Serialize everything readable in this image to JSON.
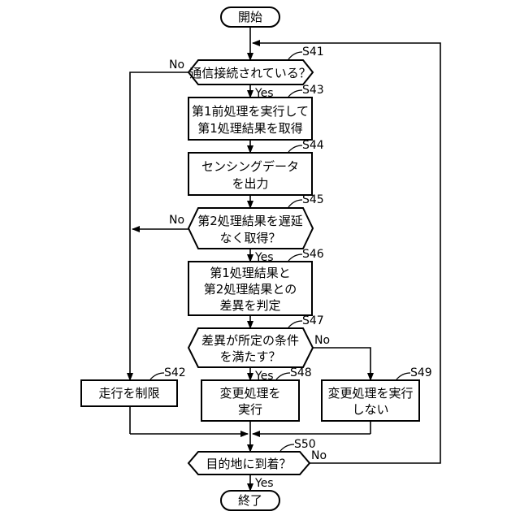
{
  "nodes": {
    "start": {
      "label": "開始"
    },
    "s41": {
      "step": "S41",
      "lines": [
        "通信接続されている？"
      ]
    },
    "s43": {
      "step": "S43",
      "lines": [
        "第1前処理を実行して",
        "第1処理結果を取得"
      ]
    },
    "s44": {
      "step": "S44",
      "lines": [
        "センシングデータ",
        "を出力"
      ]
    },
    "s45": {
      "step": "S45",
      "lines": [
        "第2処理結果を遅延",
        "なく取得？"
      ]
    },
    "s46": {
      "step": "S46",
      "lines": [
        "第1処理結果と",
        "第2処理結果との",
        "差異を判定"
      ]
    },
    "s47": {
      "step": "S47",
      "lines": [
        "差異が所定の条件",
        "を満たす？"
      ]
    },
    "s42": {
      "step": "S42",
      "lines": [
        "走行を制限"
      ]
    },
    "s48": {
      "step": "S48",
      "lines": [
        "変更処理を",
        "実行"
      ]
    },
    "s49": {
      "step": "S49",
      "lines": [
        "変更処理を実行",
        "しない"
      ]
    },
    "s50": {
      "step": "S50",
      "lines": [
        "目的地に到着？"
      ]
    },
    "end": {
      "label": "終了"
    }
  },
  "branch_labels": {
    "s41_no": "No",
    "s41_yes": "Yes",
    "s45_no": "No",
    "s45_yes": "Yes",
    "s47_yes": "Yes",
    "s47_no": "No",
    "s50_no": "No",
    "s50_yes": "Yes"
  }
}
